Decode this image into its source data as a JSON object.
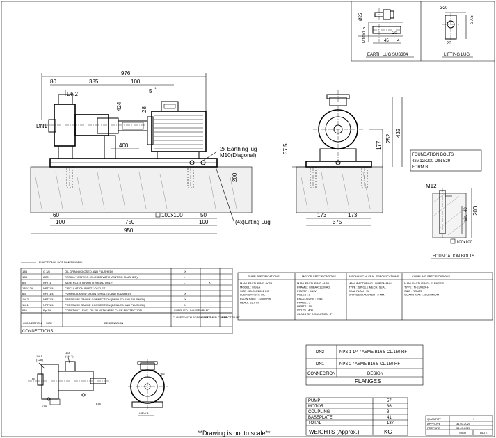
{
  "earth_lug": {
    "title": "EARTH LUG SUS304",
    "dims": {
      "d25": "Ø25",
      "m10": "M10x1.5",
      "d45": "45",
      "d20": "20",
      "d4": "4"
    }
  },
  "lifting_lug": {
    "title": "LIFTING LUG",
    "dims": {
      "d20": "Ø20",
      "d375": "37.5",
      "d20b": "20"
    }
  },
  "side_view": {
    "dims": {
      "d976": "976",
      "d80": "80",
      "d385": "385",
      "d100": "100",
      "d5": "5",
      "plus1": "+1",
      "d28": "28",
      "d424": "424",
      "d400": "400",
      "d750": "750",
      "d950": "950",
      "d60": "60",
      "d100b": "100",
      "d100x100": "100x100",
      "d50": "50",
      "d100c": "100",
      "d200": "200"
    },
    "labels": {
      "dn1": "DN1",
      "dn2": "DN2",
      "earthing": "2x Earthing lug",
      "earthing2": "M10(Diagonal)",
      "lifting": "(4x)Lifting Lug"
    }
  },
  "front_view": {
    "dims": {
      "d37": "37.5",
      "d177": "177",
      "d252": "252",
      "d432": "432",
      "d173a": "173",
      "d173b": "173",
      "d375": "375"
    }
  },
  "foundation": {
    "box_line1": "FOUNDATION BOLTS",
    "box_line2": "4xM12x200-DIN 529",
    "box_line3": "FORM B",
    "m12": "M12",
    "d40": "40",
    "d200": "200",
    "min": "min.",
    "d100x100": "100x100",
    "title": "FOUNDATION BOLTS"
  },
  "note_functional": "FUNCTIONAL NOT DIMENSIONAL",
  "connections": {
    "rows": [
      {
        "conn": "13B",
        "size": "G 3/8",
        "desig": "OIL DRAIN (CLOSED AND FLUSHED)",
        "closed": "X",
        "cust": "-",
        "ksb": "-"
      },
      {
        "conn": "13D",
        "size": "Ø20",
        "desig": "REFILL / VENTING (CLOSED WITH VENTING FLUSHED)",
        "closed": "-",
        "cust": "-",
        "ksb": "-"
      },
      {
        "conn": "6B",
        "size": "NPT 1",
        "desig": "BASE PLATE DRAIN (THREAD ONLY)",
        "closed": "-",
        "cust": "X",
        "ksb": "-"
      },
      {
        "conn": "13E/12A",
        "size": "NPT 1/4",
        "desig": "CIRCULATION INLET / OUTLET",
        "closed": "-",
        "cust": "-",
        "ksb": "-"
      },
      {
        "conn": "6B",
        "size": "NPT 1/4",
        "desig": "PUMPED LIQUID DRAIN (DRILLED AND FLUSHED)",
        "closed": "X",
        "cust": "-",
        "ksb": "-"
      },
      {
        "conn": "1M.2",
        "size": "NPT 1/4",
        "desig": "PRESSURE GAUGE CONNECTION (DRILLED AND FLUSHED)",
        "closed": "X",
        "cust": "-",
        "ksb": "-"
      },
      {
        "conn": "1M.1",
        "size": "NPT 1/4",
        "desig": "PRESSURE GAUGE CONNECTION (DRILLED AND FLUSHED)",
        "closed": "X",
        "cust": "-",
        "ksb": "-"
      },
      {
        "conn": "638",
        "size": "Rp 1/4",
        "desig": "CONSTANT LEVEL OILER WITH WIRE CAGE PROTECTION",
        "closed": "SUPPLIED UNASSEMBLED",
        "cust": "",
        "ksb": ""
      }
    ],
    "h_conn": "CONNECTION",
    "h_size": "SIZE",
    "h_desig": "DESIGNATION",
    "h_closed": "CLOSED WITH SCREW PLUG",
    "h_cust": "CUSTOMER CONNECTED BY",
    "h_ksb": "KSB",
    "title": "CONNECTIONS"
  },
  "specs": {
    "pump_title": "PUMP SPECIFICATIONS",
    "pump_lines": [
      "MANUFACTURING : KSB",
      "MODEL : MEGA",
      "SIZE : 50-200/2001 CC",
      "LUBRICATION : OIL",
      "FLOW RATE : 10.0 m³/hr",
      "HEAD : 26.0 m"
    ],
    "motor_title": "MOTOR SPECIFICATIONS",
    "motor_lines": [
      "MANUFACTURING : ABB",
      "FRAME : M3BAX 112MA 2",
      "POWER : 4 kW",
      "POLES : 2",
      "ENCLOSURE : IP55",
      "PHASE : 3",
      "HERTZ : 50",
      "VOLTS : 400",
      "CLASS OF INSULATION : F"
    ],
    "seal_title": "MECHANICAL SEAL SPECIFICATIONS",
    "seal_lines": [
      "MANUFACTURING : BURGMANN",
      "TYPE : SINGLE MECH. SEAL",
      "SEAL PLAN : 11",
      "ORIFICE DIAMETER : 3 MM."
    ],
    "coupling_title": "COUPLING SPECIFICATIONS",
    "coupling_lines": [
      "MANUFACTURING : FLENDER",
      "TYPE : N-EUPEX-H",
      "SIZE : ROUTE",
      "GUARD MAT. : ALUMINIUM"
    ]
  },
  "flanges": {
    "dn2": "DN2",
    "dn2_design": "NPS 1 1/4 / ASME B16.5 CL.150 RF",
    "dn1": "DN1",
    "dn1_design": "NPS 2 / ASME B16.5 CL.150 RF",
    "h_conn": "CONNECTION",
    "h_design": "DESIGN",
    "title": "FLANGES"
  },
  "weights": {
    "rows": [
      {
        "item": "PUMP",
        "value": "57"
      },
      {
        "item": "MOTOR",
        "value": "36"
      },
      {
        "item": "COUPLING",
        "value": "3"
      },
      {
        "item": "BASEPLATE",
        "value": "41"
      },
      {
        "item": "TOTAL",
        "value": "137"
      }
    ],
    "title": "WEIGHTS (Approx.)",
    "unit": "KG"
  },
  "view_a": {
    "title": "VIEW A",
    "labels": {
      "l1m1": "1M.1",
      "l1m1b": "(12A)",
      "l12a": "12A",
      "l12ab": "(1M.2)",
      "l6b": "6B",
      "l13b": "13B",
      "l638": "638",
      "l13e": "13E"
    }
  },
  "scale_note": "**Drawing is not to scale**",
  "title_block": {
    "quantity_label": "QUANTITY",
    "quantity": "1",
    "approve_label": "APPROVE",
    "approve_date": "31.03.2020",
    "prepare_label": "PREPARE",
    "prepare_date": "31.03.2020",
    "sign_label": "SIGN",
    "date_label": "DATE"
  }
}
